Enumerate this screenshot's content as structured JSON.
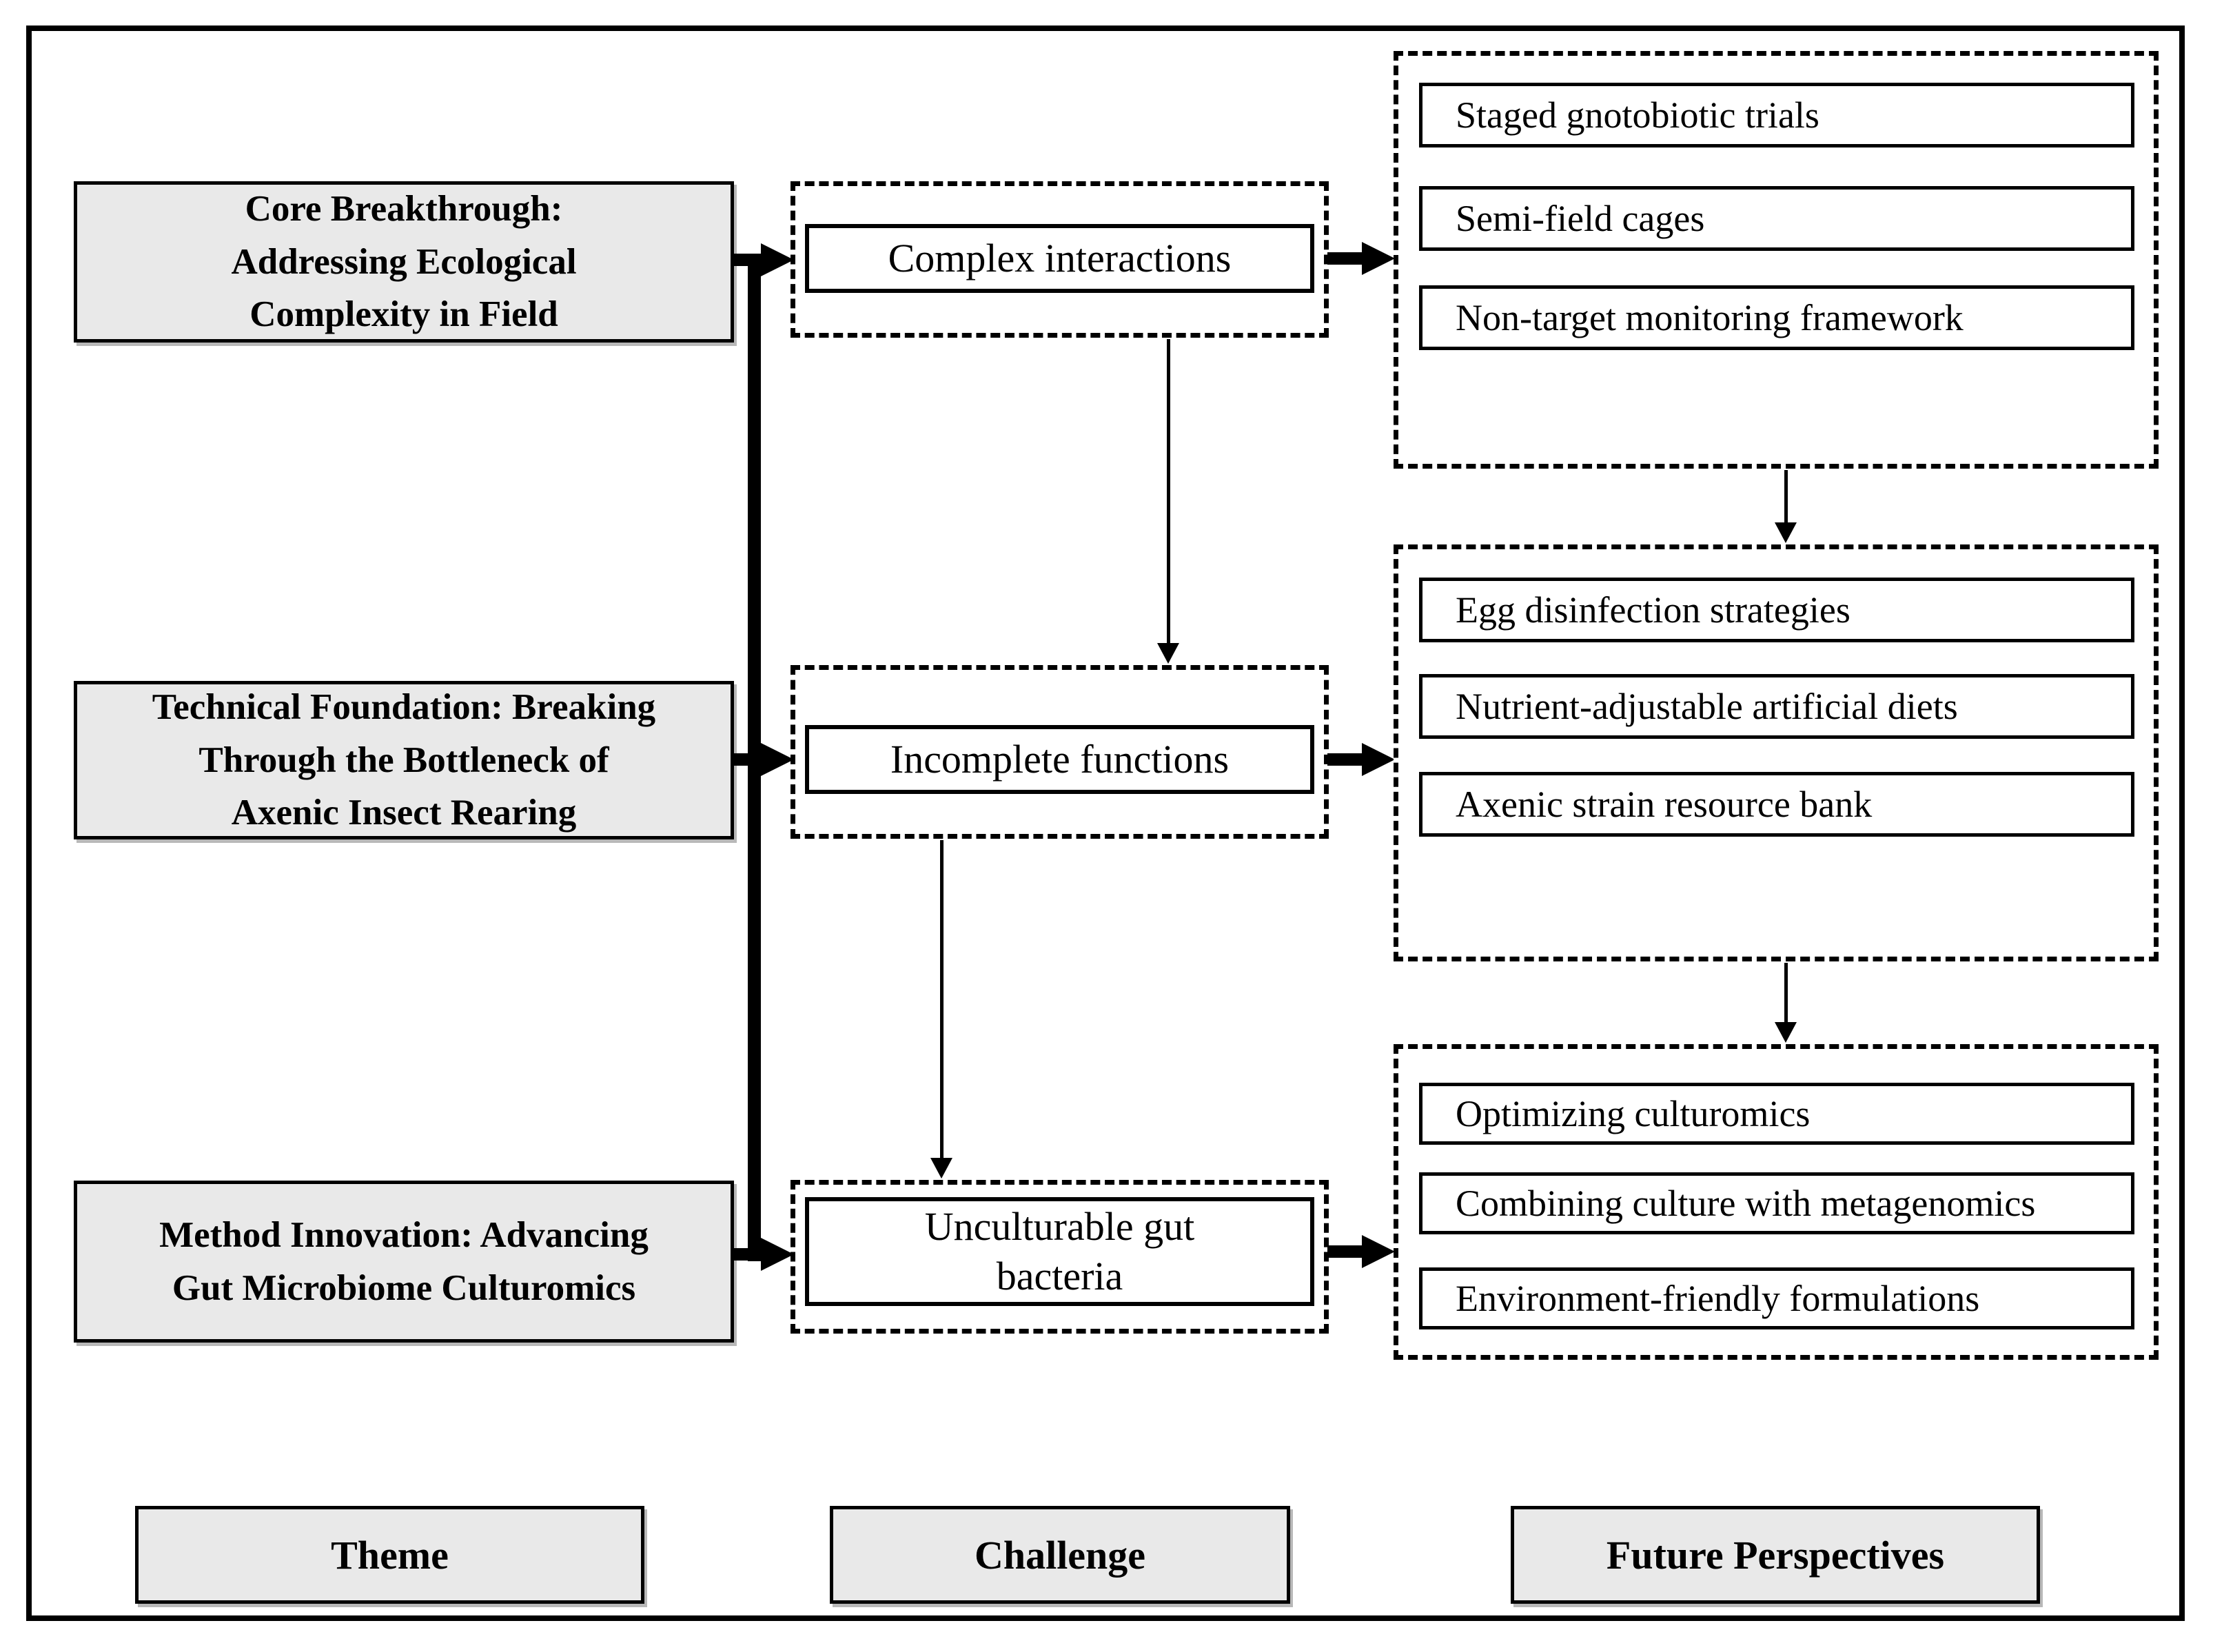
{
  "diagram_title": "Theme - Challenge - Future Perspectives framework",
  "colors": {
    "background": "#ffffff",
    "box_fill": "#e9e9e9",
    "line": "#000000"
  },
  "rows": [
    {
      "theme": "Core Breakthrough:\nAddressing Ecological\nComplexity in Field",
      "challenge": "Complex interactions",
      "future": [
        "Staged gnotobiotic trials",
        "Semi-field cages",
        "Non-target monitoring framework"
      ]
    },
    {
      "theme": "Technical Foundation: Breaking\nThrough the Bottleneck of\nAxenic Insect Rearing",
      "challenge": "Incomplete functions",
      "future": [
        "Egg disinfection strategies",
        "Nutrient-adjustable artificial diets",
        "Axenic strain resource bank"
      ]
    },
    {
      "theme": "Method Innovation: Advancing\nGut Microbiome Culturomics",
      "challenge": "Unculturable gut\nbacteria",
      "future": [
        "Optimizing culturomics",
        "Combining culture with metagenomics",
        "Environment-friendly formulations"
      ]
    }
  ],
  "footer": {
    "theme": "Theme",
    "challenge": "Challenge",
    "future": "Future Perspectives"
  }
}
